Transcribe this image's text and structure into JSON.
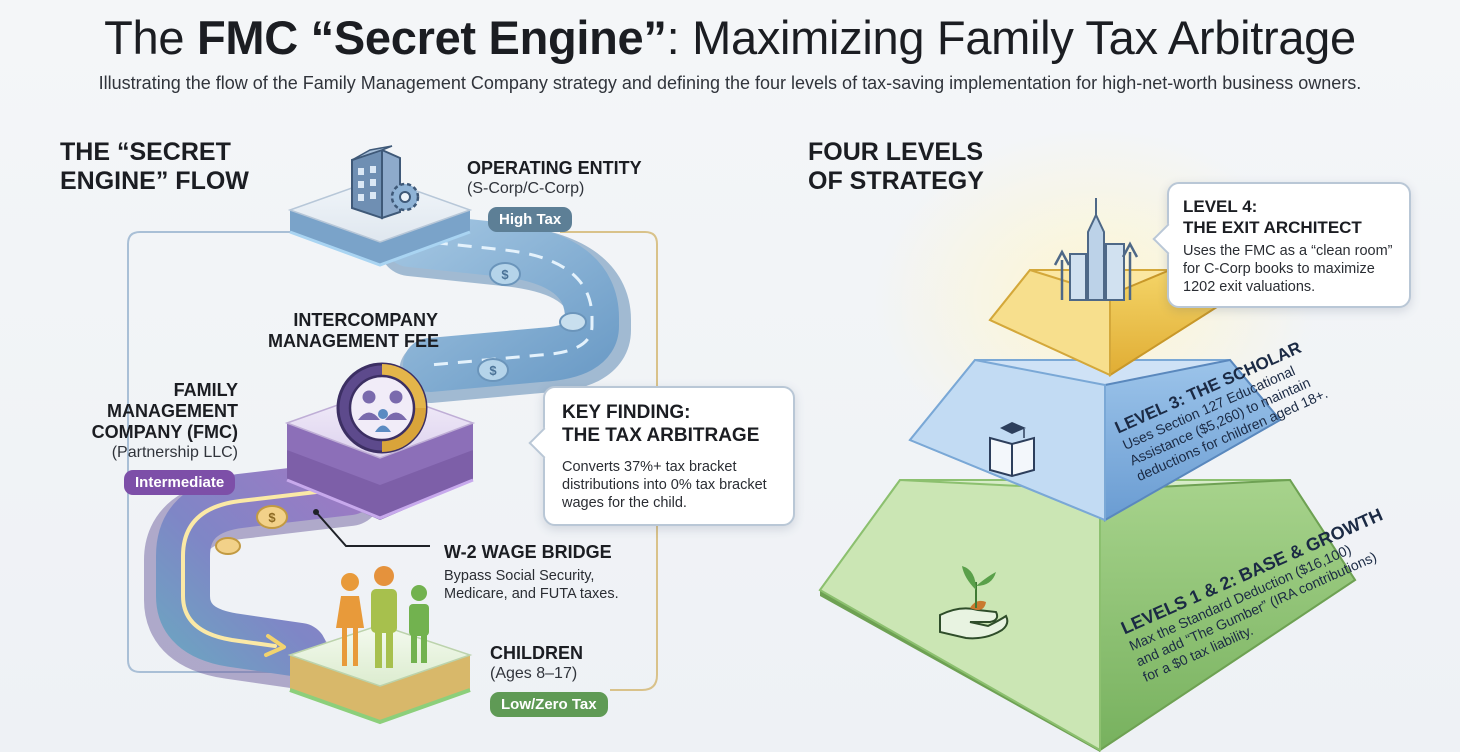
{
  "header": {
    "title_pre": "The ",
    "title_bold": "FMC “Secret Engine”",
    "title_post": ": Maximizing Family Tax Arbitrage",
    "subtitle": "Illustrating the flow of the Family Management Company strategy and defining the four levels of tax-saving implementation for high-net-worth business owners."
  },
  "flow": {
    "heading_line1": "THE “SECRET",
    "heading_line2": "ENGINE” FLOW",
    "operating": {
      "name": "OPERATING ENTITY",
      "type": "(S-Corp/C-Corp)",
      "badge": "High Tax",
      "icon": "office-building-gear-icon"
    },
    "fee": {
      "line1": "INTERCOMPANY",
      "line2": "MANAGEMENT FEE",
      "icon": "dollar-coin-icon"
    },
    "fmc": {
      "line1": "FAMILY",
      "line2": "MANAGEMENT",
      "line3": "COMPANY (FMC)",
      "type": "(Partnership LLC)",
      "badge": "Intermediate",
      "icon": "family-gear-icon"
    },
    "finding": {
      "title_line1": "KEY FINDING:",
      "title_line2": "THE TAX ARBITRAGE",
      "body_line1": "Converts 37%+ tax bracket",
      "body_line2": "distributions into 0% tax bracket",
      "body_line3": "wages for the child."
    },
    "wage": {
      "title": "W-2 WAGE BRIDGE",
      "line1": "Bypass Social Security,",
      "line2": "Medicare, and FUTA taxes."
    },
    "children": {
      "name": "CHILDREN",
      "ages": "(Ages 8–17)",
      "badge": "Low/Zero Tax",
      "icon": "children-figures-icon"
    }
  },
  "strategy": {
    "heading_line1": "FOUR LEVELS",
    "heading_line2": "OF STRATEGY",
    "level4": {
      "title_line1": "LEVEL 4:",
      "title_line2": "THE EXIT ARCHITECT",
      "body_line1": "Uses the FMC as a “clean room”",
      "body_line2": "for C-Corp books to maximize",
      "body_line3": "1202 exit valuations.",
      "icon": "skyscraper-arrows-icon"
    },
    "level3": {
      "title": "LEVEL 3: THE SCHOLAR",
      "body_line1": "Uses Section 127 Educational",
      "body_line2": "Assistance ($5,260) to maintain",
      "body_line3": "deductions for children aged 18+.",
      "icon": "book-graduation-cap-icon"
    },
    "level12": {
      "title": "LEVELS 1 & 2: BASE & GROWTH",
      "body_line1": "Max the Standard Deduction ($16,100)",
      "body_line2": "and add “The Gumber” (IRA contributions)",
      "body_line3": "for a $0 tax liability.",
      "icon": "hand-sprout-icon"
    }
  },
  "colors": {
    "high_tax": "#5d7f96",
    "intermediate": "#7d4fa8",
    "low_tax": "#5f9a55",
    "gold": "#e6b93c",
    "blue_tier": "#6b9fd4",
    "green_tier": "#86bd6b"
  }
}
